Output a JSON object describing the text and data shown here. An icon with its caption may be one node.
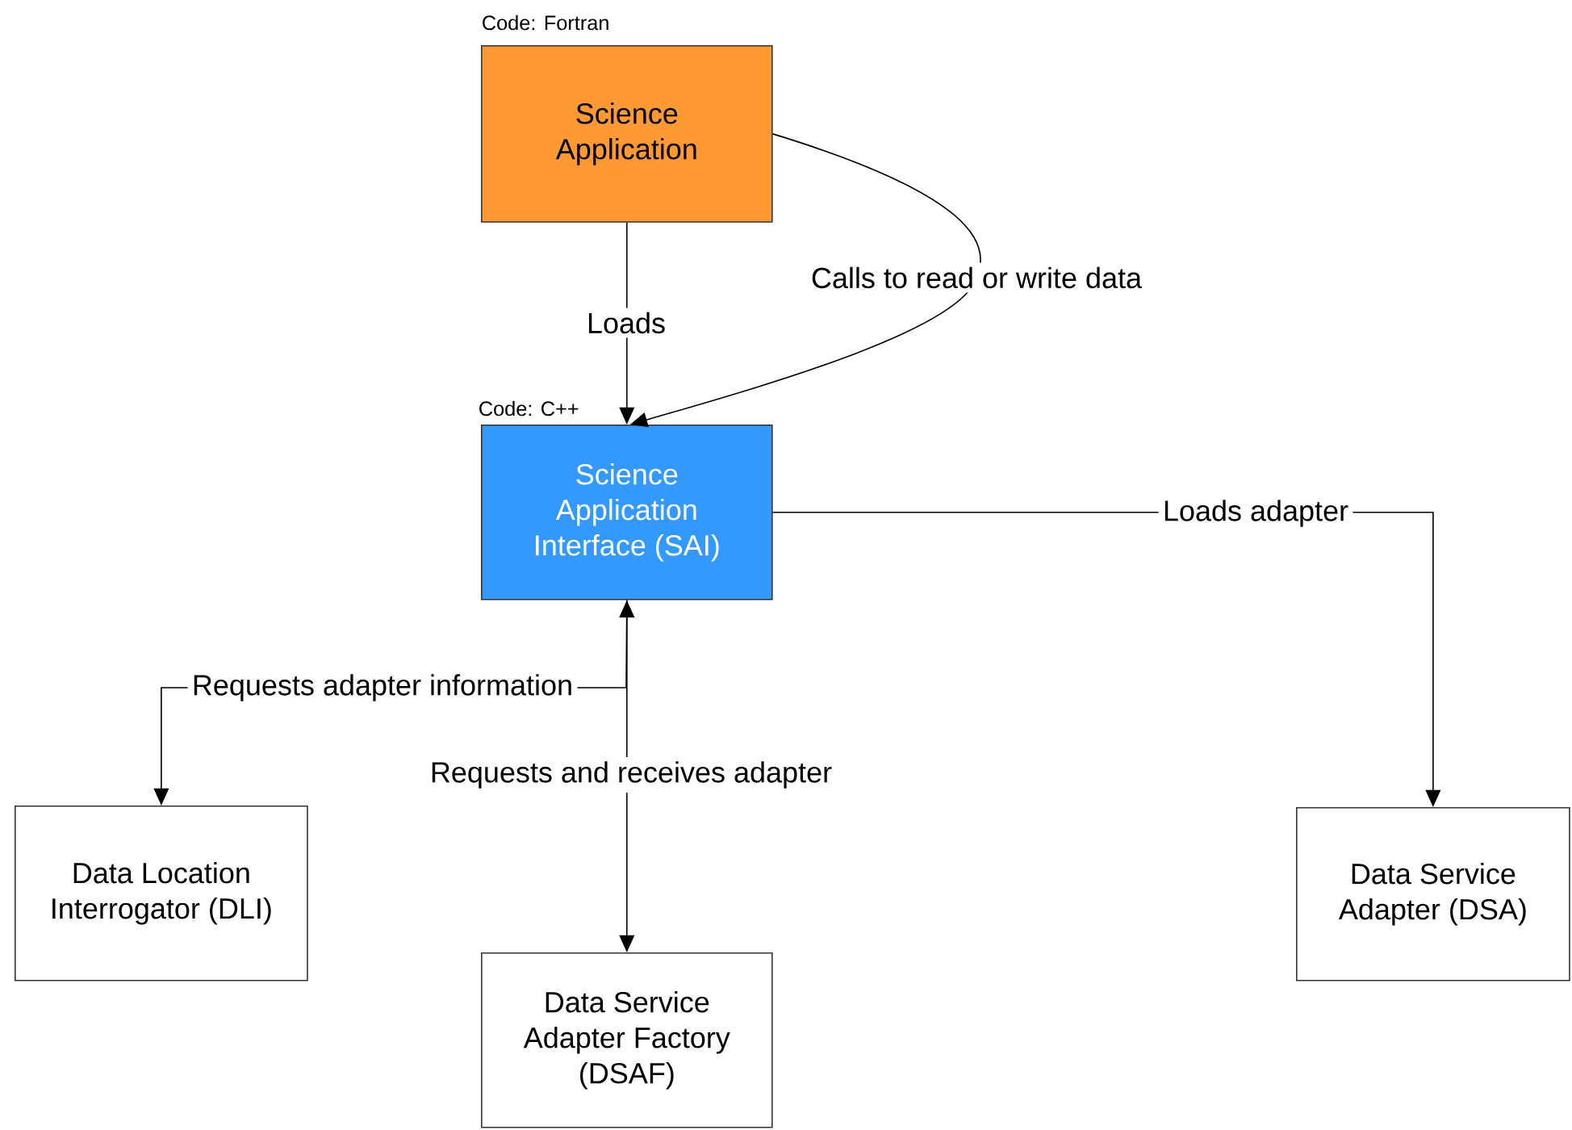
{
  "diagram": {
    "nodes": [
      {
        "text": [
          "Science Application"
        ],
        "beside": [
          "Code: Fortran"
        ]
      },
      {
        "text": [
          "Science Application Interface (SAI)"
        ],
        "beside": [
          "Code: C++"
        ]
      },
      {
        "text": [
          "Data Location Interrogator (DLI)"
        ]
      },
      {
        "text": [
          "Data Service Adapter Factory (DSAF)"
        ]
      },
      {
        "text": [
          "Data Service Adapter (DSA)"
        ]
      }
    ],
    "edges": [
      {
        "from": 0,
        "to": 1,
        "arrow": "to",
        "label": "Loads"
      },
      {
        "from": 0,
        "to": 1,
        "arrow": "to",
        "label": "Calls to read or write data"
      },
      {
        "from": 1,
        "to": 4,
        "arrow": "to",
        "label": "Loads adapter"
      },
      {
        "from": 1,
        "to": 2,
        "arrow": "to",
        "label": "Requests adapter information"
      },
      {
        "from": 3,
        "to": 1,
        "arrow": "both",
        "label": "Requests and receives adapter"
      }
    ]
  }
}
